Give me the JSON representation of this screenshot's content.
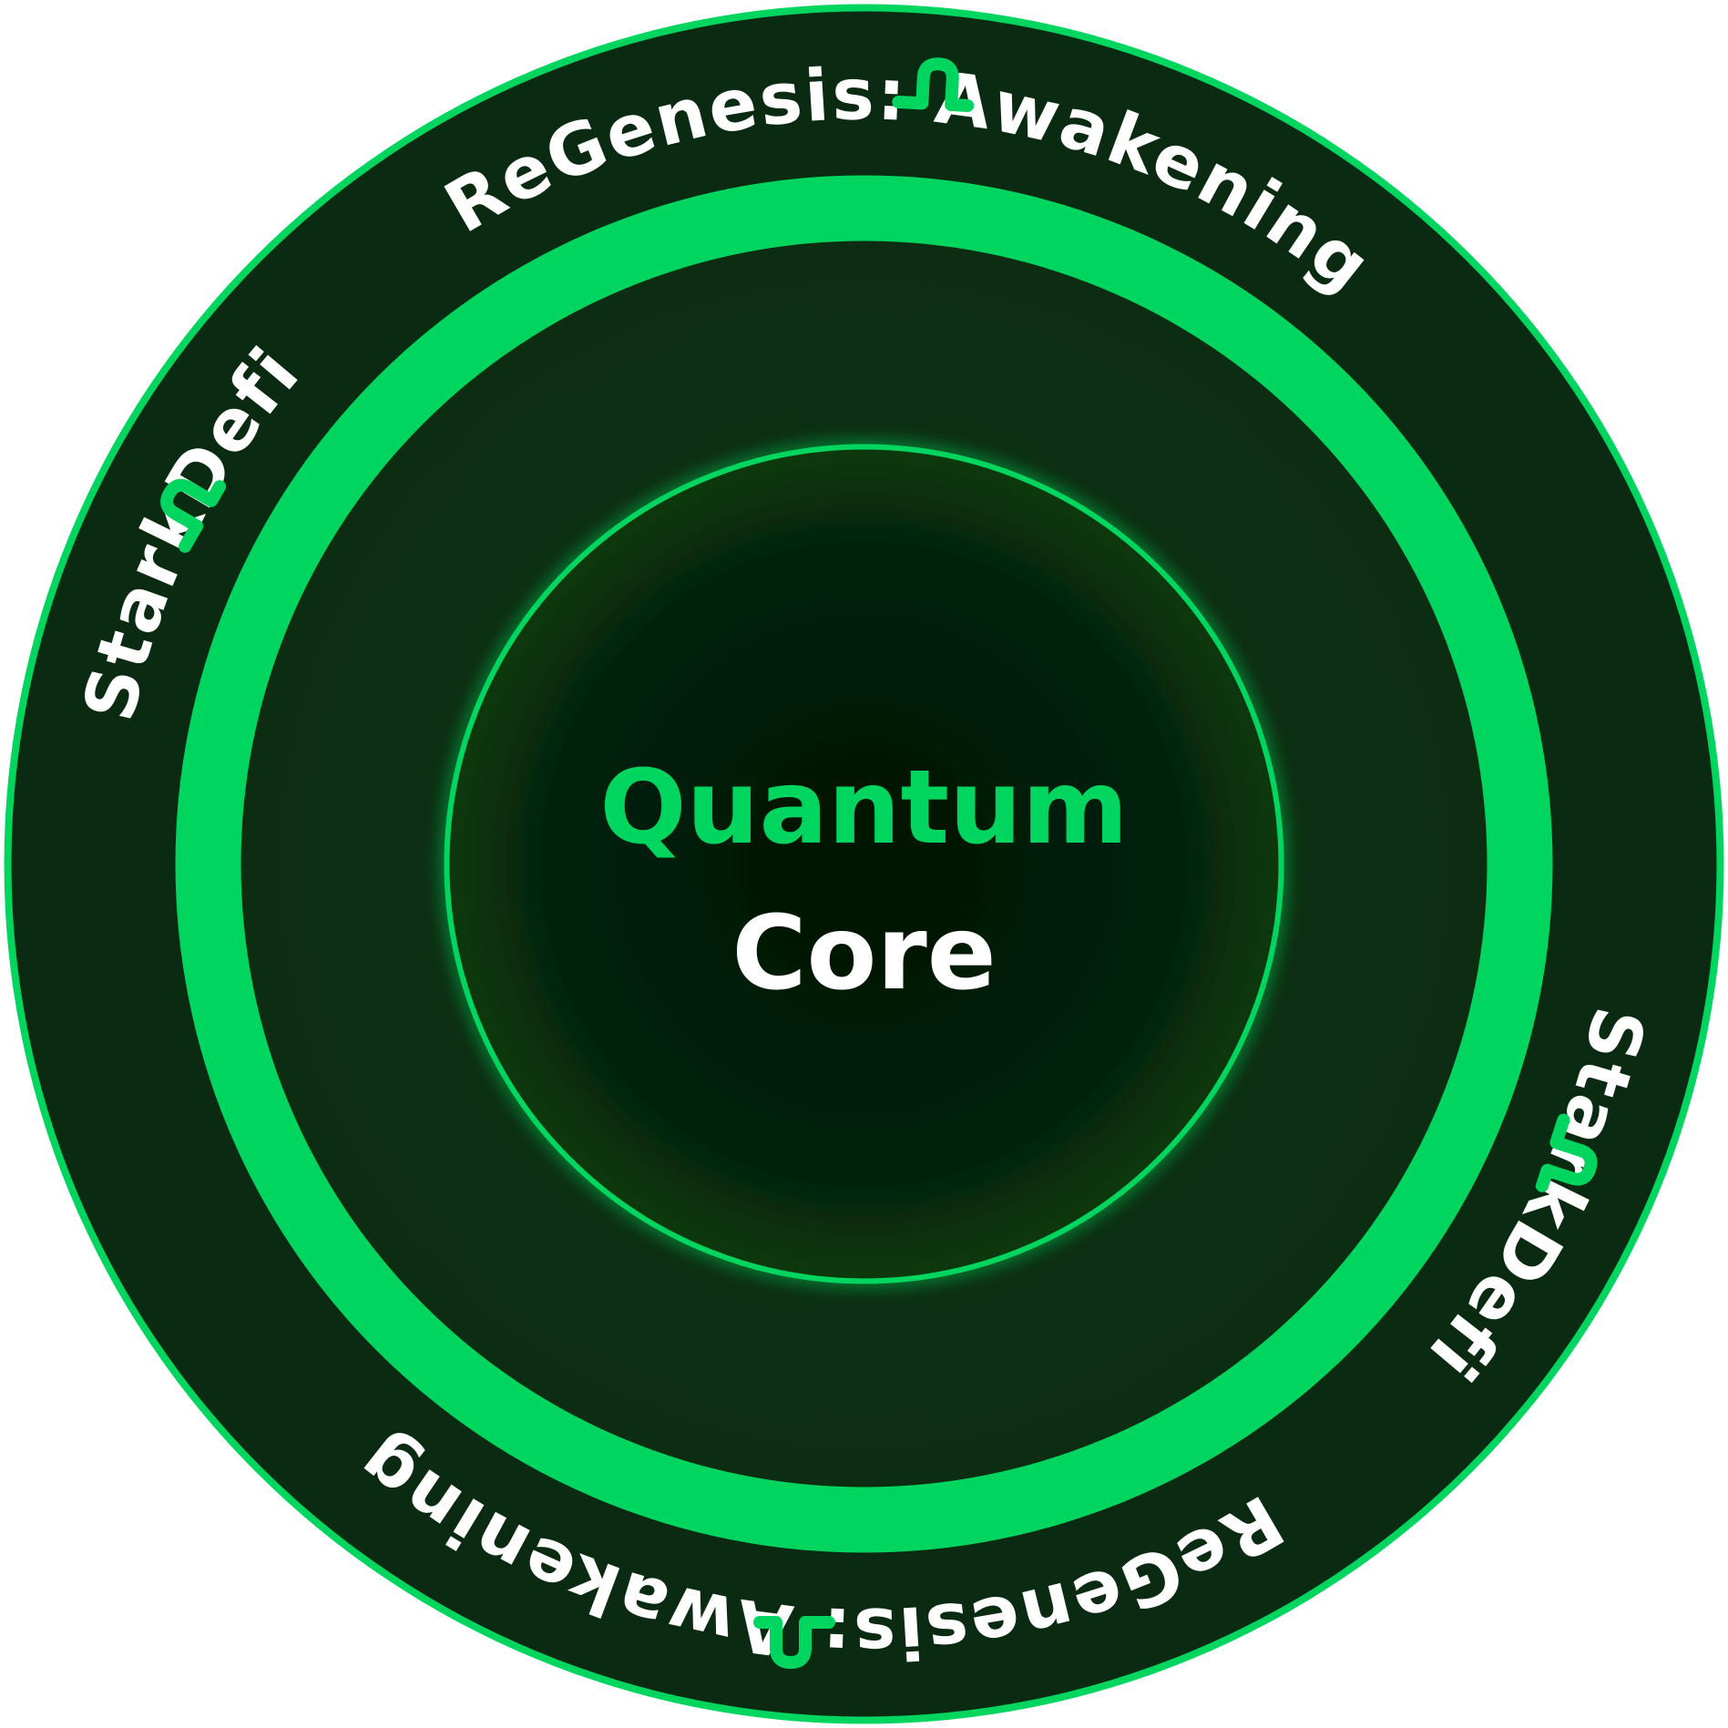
{
  "badge": {
    "ring_segments": [
      "StarkDefi",
      "ReGenesis: Awakening",
      "StarkDefi",
      "ReGenesis: Awakening"
    ],
    "center": {
      "line1": "Quantum",
      "line2": "Core"
    },
    "logo_icon": "starkdefi-logo-icon"
  },
  "colors": {
    "accent": "#00d65f",
    "dark_band": "#0b2a12",
    "core_dark": "#041a08",
    "text_white": "#ffffff"
  }
}
